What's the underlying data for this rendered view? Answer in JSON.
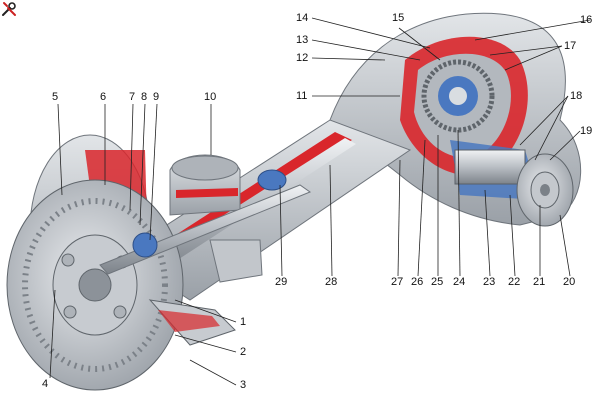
{
  "callouts": [
    {
      "id": "1",
      "text": "1"
    },
    {
      "id": "2",
      "text": "2"
    },
    {
      "id": "3",
      "text": "3"
    },
    {
      "id": "4",
      "text": "4"
    },
    {
      "id": "5",
      "text": "5"
    },
    {
      "id": "6",
      "text": "6"
    },
    {
      "id": "7",
      "text": "7"
    },
    {
      "id": "8",
      "text": "8"
    },
    {
      "id": "9",
      "text": "9"
    },
    {
      "id": "10",
      "text": "10"
    },
    {
      "id": "11",
      "text": "11"
    },
    {
      "id": "12",
      "text": "12"
    },
    {
      "id": "13",
      "text": "13"
    },
    {
      "id": "14",
      "text": "14"
    },
    {
      "id": "15",
      "text": "15"
    },
    {
      "id": "16",
      "text": "16"
    },
    {
      "id": "17",
      "text": "17"
    },
    {
      "id": "18",
      "text": "18"
    },
    {
      "id": "19",
      "text": "19"
    },
    {
      "id": "20",
      "text": "20"
    },
    {
      "id": "21",
      "text": "21"
    },
    {
      "id": "22",
      "text": "22"
    },
    {
      "id": "23",
      "text": "23"
    },
    {
      "id": "24",
      "text": "24"
    },
    {
      "id": "25",
      "text": "25"
    },
    {
      "id": "26",
      "text": "26"
    },
    {
      "id": "27",
      "text": "27"
    },
    {
      "id": "28",
      "text": "28"
    },
    {
      "id": "29",
      "text": "29"
    }
  ],
  "colors": {
    "housing": "#c9cdd2",
    "housing_dark": "#8f959c",
    "section_red": "#d9262b",
    "bearing_blue": "#4a78c0",
    "shaft": "#b7bcc2",
    "background": "#ffffff"
  },
  "icons": {
    "corner": "wrench-screwdriver-icon"
  }
}
